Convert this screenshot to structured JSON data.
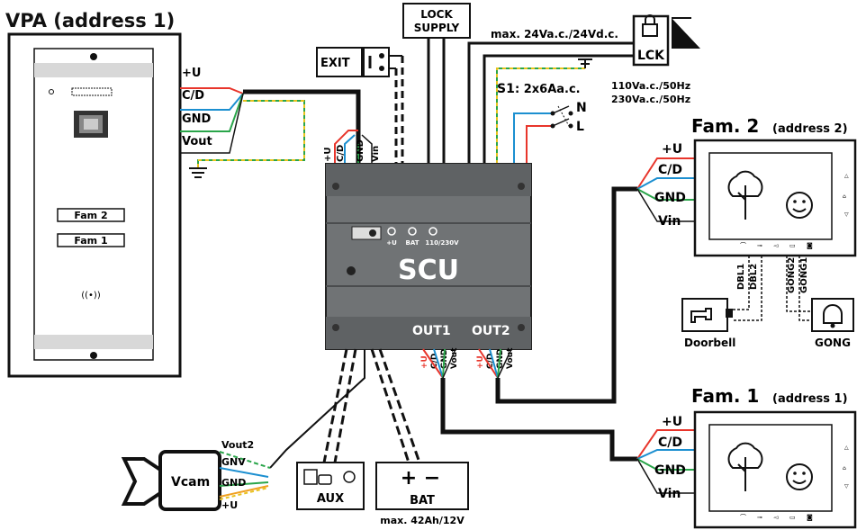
{
  "vpa": {
    "title": "VPA (address 1)",
    "name_label_top": "Fam 2",
    "name_label_bottom": "Fam 1",
    "rfid_symbol": "((•))",
    "terminals": [
      "+U",
      "C/D",
      "GND",
      "Vout"
    ]
  },
  "exit": {
    "label": "EXIT"
  },
  "lock_supply": {
    "line1": "LOCK",
    "line2": "SUPPLY"
  },
  "lock": {
    "max_label": "max. 24Va.c./24Vd.c.",
    "label": "LCK"
  },
  "mains": {
    "s1_label": "S1",
    "s1_rating": ": 2x6Aa.c.",
    "voltage_1": "110Va.c./50Hz",
    "voltage_2": "230Va.c./50Hz",
    "n_label": "N",
    "l_label": "L"
  },
  "scu": {
    "title": "SCU",
    "input_terminals": [
      "+U",
      "C/D",
      "GND",
      "Vin"
    ],
    "leds": [
      "+U",
      "BAT",
      "110/230V"
    ],
    "out1_label": "OUT1",
    "out2_label": "OUT2",
    "out1_terminals": [
      "+U",
      "C/D",
      "GND",
      "Vout"
    ],
    "out2_terminals": [
      "+U",
      "C/D",
      "GND",
      "Vout"
    ]
  },
  "fam2": {
    "title_main": "Fam. 2",
    "title_sub": "(address 2)",
    "terminals": [
      "+U",
      "C/D",
      "GND",
      "Vin"
    ],
    "wire_labels": [
      "DBL1",
      "DBL2",
      "GONG2",
      "GONG1"
    ]
  },
  "fam1": {
    "title_main": "Fam. 1",
    "title_sub": "(address 1)",
    "terminals": [
      "+U",
      "C/D",
      "GND",
      "Vin"
    ]
  },
  "doorbell": {
    "label": "Doorbell"
  },
  "gong": {
    "label": "GONG"
  },
  "vcam": {
    "label": "Vcam",
    "terminals": [
      "Vout2",
      "GNV",
      "GND",
      "+U"
    ]
  },
  "aux": {
    "label": "AUX"
  },
  "bat": {
    "plus": "+",
    "minus": "−",
    "label": "BAT",
    "max_label": "max. 42Ah/12V"
  },
  "colors": {
    "plus_u": "#e8352b",
    "cd": "#1c8fd0",
    "gnd": "#2aa54a",
    "video": "#e8c21e",
    "plus_u_cam": "#f0a020",
    "scu_body": "#707375",
    "black": "#111111"
  }
}
